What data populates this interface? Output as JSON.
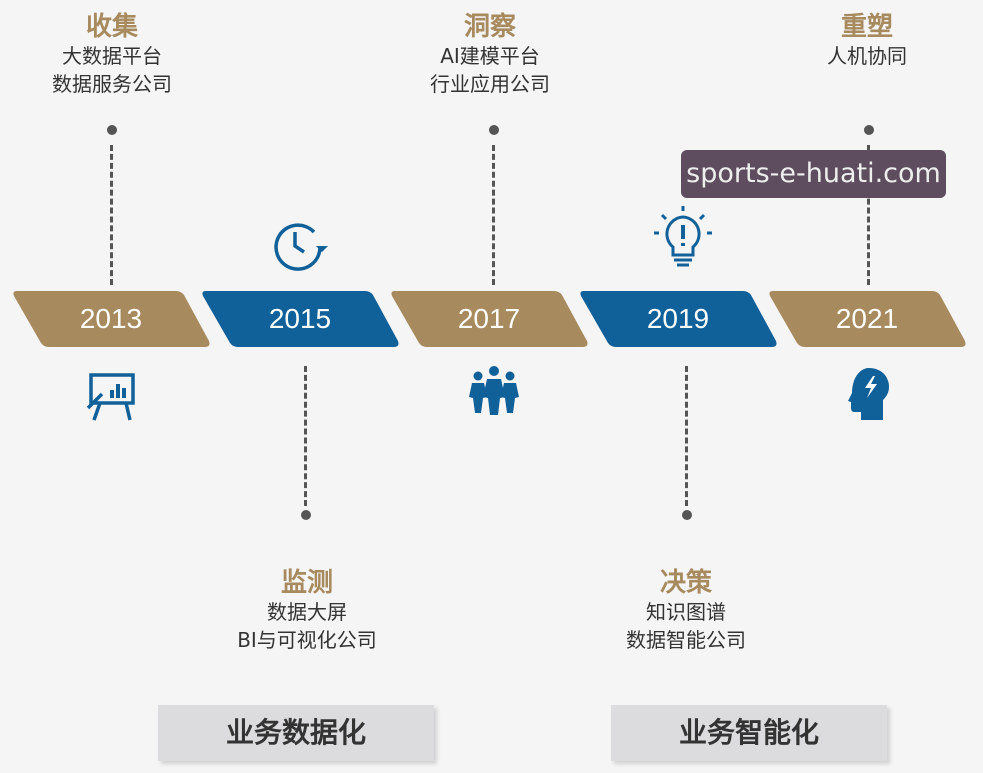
{
  "timeline": [
    {
      "year": "2013",
      "color": "#a78a5e",
      "title": "收集",
      "desc": [
        "大数据平台",
        "数据服务公司"
      ],
      "position": "top",
      "icon": "presentation-chart-icon"
    },
    {
      "year": "2015",
      "color": "#10609a",
      "title": "监测",
      "desc": [
        "数据大屏",
        "BI与可视化公司"
      ],
      "position": "bottom",
      "icon": "clock-refresh-icon"
    },
    {
      "year": "2017",
      "color": "#a78a5e",
      "title": "洞察",
      "desc": [
        "AI建模平台",
        "行业应用公司"
      ],
      "position": "top",
      "icon": "team-icon"
    },
    {
      "year": "2019",
      "color": "#10609a",
      "title": "决策",
      "desc": [
        "知识图谱",
        "数据智能公司"
      ],
      "position": "bottom",
      "icon": "lightbulb-idea-icon"
    },
    {
      "year": "2021",
      "color": "#a78a5e",
      "title": "重塑",
      "desc": [
        "人机协同"
      ],
      "position": "top",
      "icon": "head-brain-icon"
    }
  ],
  "phases": [
    "业务数据化",
    "业务智能化"
  ],
  "watermark": "sports-e-huati.com"
}
